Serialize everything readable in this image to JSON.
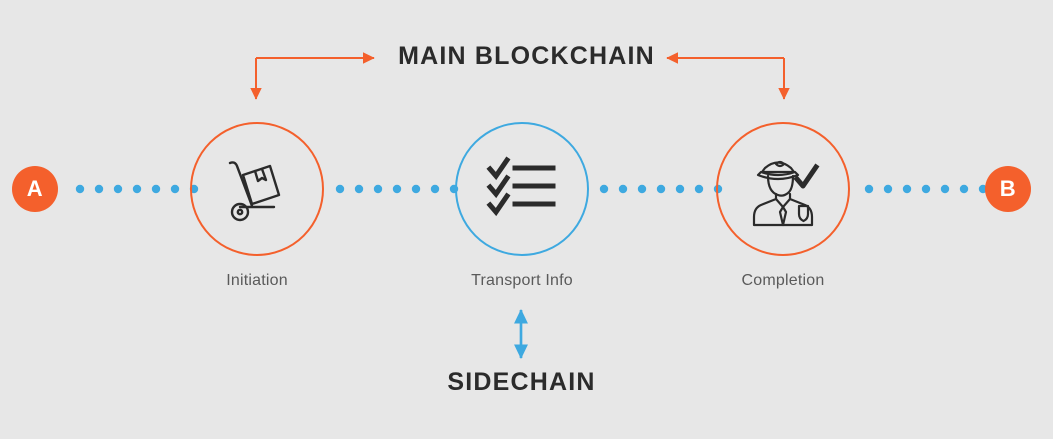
{
  "diagram": {
    "title_main": "MAIN BLOCKCHAIN",
    "title_side": "SIDECHAIN",
    "background_color": "#e7e7e7",
    "accent_orange": "#f4602c",
    "accent_blue": "#3ea9e0",
    "text_color": "#2b2b2b",
    "label_color": "#5a5a5a"
  },
  "endpoints": [
    {
      "label": "A",
      "name": "endpoint-a",
      "color": "#f4602c"
    },
    {
      "label": "B",
      "name": "endpoint-b",
      "color": "#f4602c"
    }
  ],
  "nodes": [
    {
      "label": "Initiation",
      "icon": "hand-truck-package-icon",
      "ring_color": "#f4602c",
      "chain": "main"
    },
    {
      "label": "Transport Info",
      "icon": "checklist-icon",
      "ring_color": "#3ea9e0",
      "chain": "side"
    },
    {
      "label": "Completion",
      "icon": "officer-verified-icon",
      "ring_color": "#f4602c",
      "chain": "main"
    }
  ],
  "connectors": [
    {
      "name": "dotted-link-a-to-initiation",
      "dots": 7,
      "color": "#3ea9e0"
    },
    {
      "name": "dotted-link-initiation-to-transport",
      "dots": 7,
      "color": "#3ea9e0"
    },
    {
      "name": "dotted-link-transport-to-completion",
      "dots": 7,
      "color": "#3ea9e0"
    },
    {
      "name": "dotted-link-completion-to-b",
      "dots": 7,
      "color": "#3ea9e0"
    }
  ],
  "arrows": {
    "main_left": {
      "name": "main-chain-arrow-left",
      "color": "#f4602c",
      "description": "elbow from Initiation up to MAIN BLOCKCHAIN"
    },
    "main_right": {
      "name": "main-chain-arrow-right",
      "color": "#f4602c",
      "description": "elbow from Completion up to MAIN BLOCKCHAIN"
    },
    "sidechain": {
      "name": "sidechain-double-arrow",
      "color": "#3ea9e0",
      "description": "vertical double-headed arrow between Transport Info and SIDECHAIN"
    }
  }
}
